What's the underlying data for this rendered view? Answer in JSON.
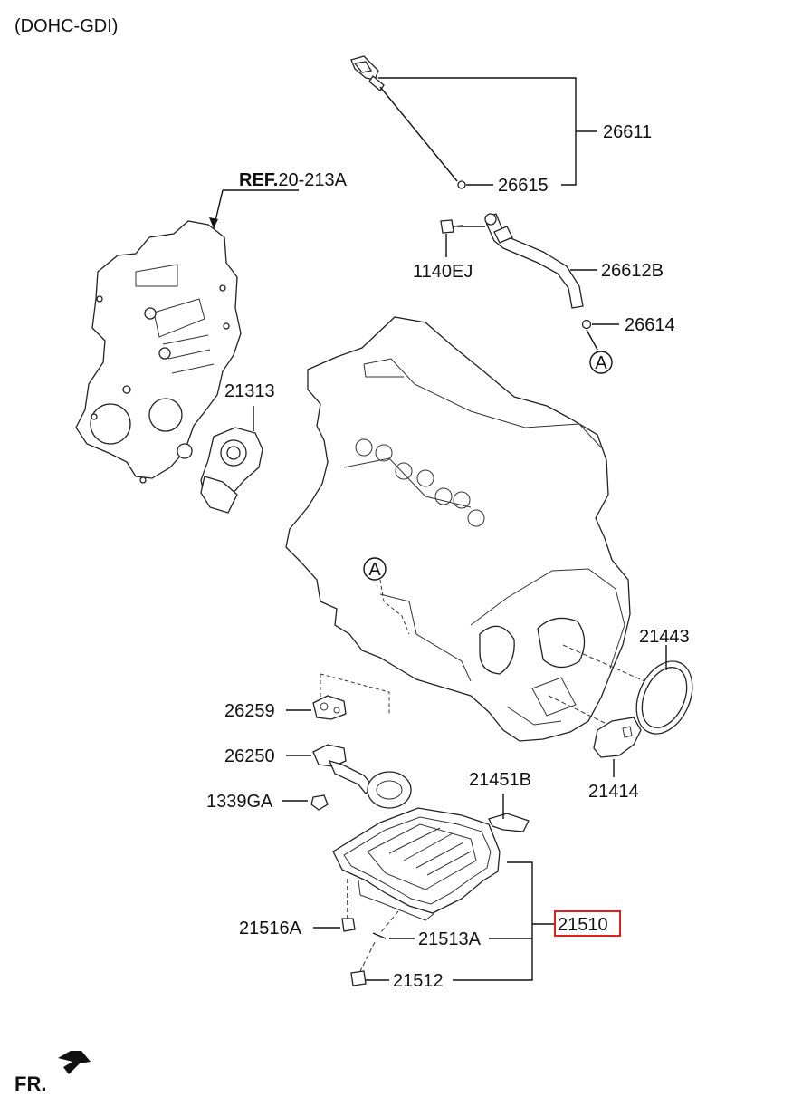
{
  "header": {
    "engine": "(DOHC-GDI)"
  },
  "reference": {
    "prefix": "REF.",
    "code": "20-213A"
  },
  "callouts": {
    "a_top": "A",
    "a_block": "A"
  },
  "parts": [
    {
      "id": "26611",
      "label": "26611"
    },
    {
      "id": "26615",
      "label": "26615"
    },
    {
      "id": "1140EJ",
      "label": "1140EJ"
    },
    {
      "id": "26612B",
      "label": "26612B"
    },
    {
      "id": "26614",
      "label": "26614"
    },
    {
      "id": "21313",
      "label": "21313"
    },
    {
      "id": "21443",
      "label": "21443"
    },
    {
      "id": "26259",
      "label": "26259"
    },
    {
      "id": "26250",
      "label": "26250"
    },
    {
      "id": "21414",
      "label": "21414"
    },
    {
      "id": "21451B",
      "label": "21451B"
    },
    {
      "id": "1339GA",
      "label": "1339GA"
    },
    {
      "id": "21510",
      "label": "21510",
      "highlight_color": "#e0201c"
    },
    {
      "id": "21516A",
      "label": "21516A"
    },
    {
      "id": "21513A",
      "label": "21513A"
    },
    {
      "id": "21512",
      "label": "21512"
    }
  ],
  "footer": {
    "direction": "FR."
  }
}
